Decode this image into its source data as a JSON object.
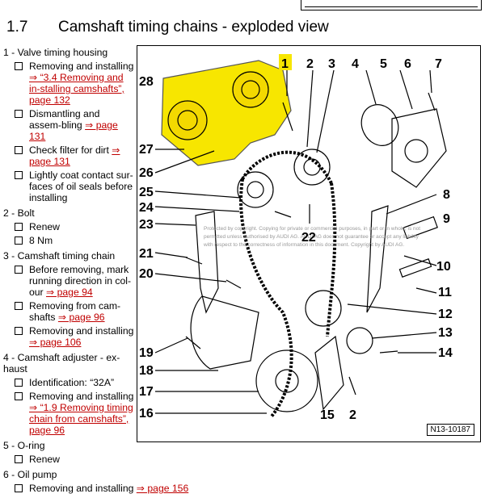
{
  "heading": {
    "number": "1.7",
    "title": "Camshaft timing chains - exploded view"
  },
  "items": [
    {
      "title": "1 - Valve timing housing",
      "subs": [
        {
          "text": "Removing and installing ",
          "link": "⇒ “3.4 Removing and in-stalling camshafts”, page 132"
        },
        {
          "text": "Dismantling and assem-bling ",
          "link": "⇒ page 131"
        },
        {
          "text": "Check filter for dirt ",
          "link": "⇒ page 131"
        },
        {
          "text": "Lightly coat contact sur-faces of oil seals before installing",
          "link": ""
        }
      ]
    },
    {
      "title": "2 - Bolt",
      "subs": [
        {
          "text": "Renew",
          "link": ""
        },
        {
          "text": "8 Nm",
          "link": ""
        }
      ]
    },
    {
      "title": "3 - Camshaft timing chain",
      "subs": [
        {
          "text": "Before removing, mark running direction in col-our ",
          "link": "⇒ page 94"
        },
        {
          "text": "Removing from cam-shafts ",
          "link": "⇒ page 96"
        },
        {
          "text": "Removing and installing ",
          "link": "⇒ page 106"
        }
      ]
    },
    {
      "title": "4 - Camshaft adjuster - ex-haust",
      "subs": [
        {
          "text": "Identification: “32A”",
          "link": ""
        },
        {
          "text": "Removing and installing ",
          "link": "⇒ “1.9 Removing timing chain from camshafts”, page 96"
        }
      ]
    },
    {
      "title": "5 - O-ring",
      "subs": [
        {
          "text": "Renew",
          "link": ""
        }
      ]
    },
    {
      "title": "6 - Oil pump",
      "subs": [
        {
          "text": "Removing and installing ",
          "link": "⇒ page 156"
        }
      ]
    }
  ],
  "diagram": {
    "callouts": [
      "1",
      "2",
      "3",
      "4",
      "5",
      "6",
      "7",
      "28",
      "27",
      "26",
      "25",
      "24",
      "23",
      "8",
      "9",
      "10",
      "11",
      "12",
      "13",
      "14",
      "22",
      "21",
      "20",
      "19",
      "18",
      "17",
      "16",
      "15",
      "2"
    ],
    "figure_id": "N13-10187",
    "watermark": "Protected by copyright. Copying for private or commercial purposes, in part or in whole, is not permitted unless authorised by AUDI AG. AUDI AG does not guarantee or accept any liability with respect to the correctness of information in this document. Copyright by AUDI AG."
  }
}
